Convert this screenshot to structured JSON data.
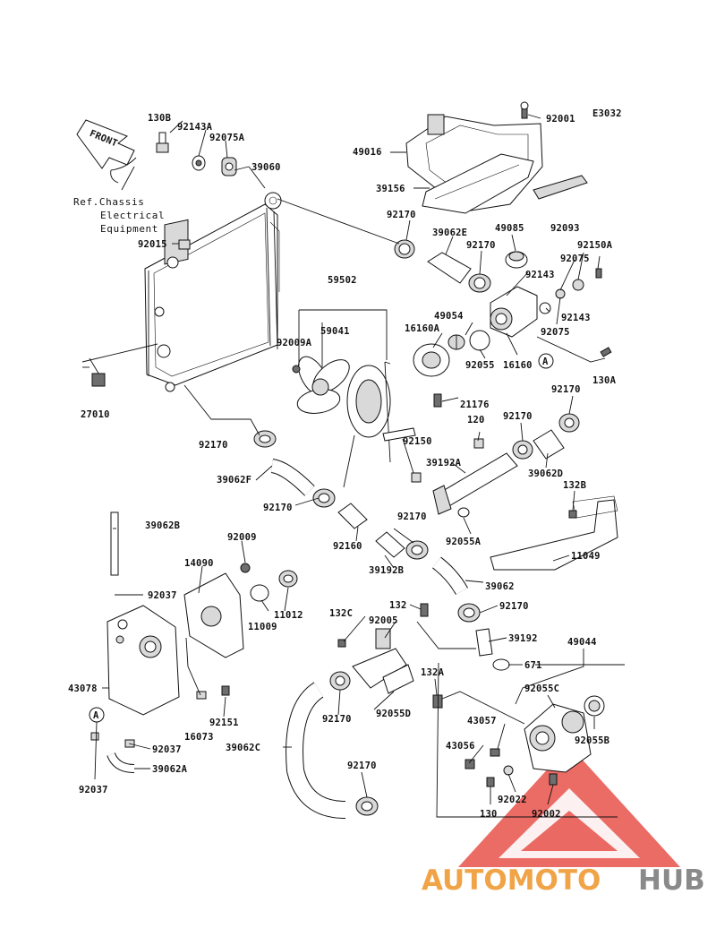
{
  "diagram_code": "E3032",
  "front_label": "FRONT",
  "reference_note": [
    "Ref.Chassis",
    "Electrical",
    "Equipment"
  ],
  "circle_marker": "A",
  "watermark": {
    "part1": "AUTOMOTO",
    "part2": "HUB",
    "color_orange": "#f0a447",
    "color_gray": "#8a8a8a",
    "triangle_color": "#e8514a"
  },
  "part_numbers": {
    "p130B": "130B",
    "p92143A": "92143A",
    "p92075A": "92075A",
    "p39060": "39060",
    "p92015": "92015",
    "p27010": "27010",
    "p92170_a": "92170",
    "p39062F": "39062F",
    "p59502": "59502",
    "p59041": "59041",
    "p92009A": "92009A",
    "p92150": "92150",
    "p92170_b": "92170",
    "p92160": "92160",
    "p92170_c": "92170",
    "p39192B": "39192B",
    "p39062B": "39062B",
    "p92009": "92009",
    "p14090": "14090",
    "p92037_a": "92037",
    "p11012": "11012",
    "p11009": "11009",
    "p43078": "43078",
    "p92151": "92151",
    "p16073": "16073",
    "p92037_b": "92037",
    "p39062A": "39062A",
    "p92037_c": "92037",
    "p49016": "49016",
    "p92001": "92001",
    "p39156": "39156",
    "p92170_d": "92170",
    "p39062E": "39062E",
    "p49085": "49085",
    "p92093": "92093",
    "p92150A": "92150A",
    "p92170_e": "92170",
    "p92075_a": "92075",
    "p92143_a": "92143",
    "p49054": "49054",
    "p16160A": "16160A",
    "p92143_b": "92143",
    "p92075_b": "92075",
    "p92055": "92055",
    "p16160": "16160",
    "p130A": "130A",
    "p21176": "21176",
    "p92170_f": "92170",
    "p120": "120",
    "p92170_g": "92170",
    "p39192A": "39192A",
    "p39062D": "39062D",
    "p132B": "132B",
    "p92055A": "92055A",
    "p39062": "39062",
    "p11049": "11049",
    "p132": "132",
    "p92170_h": "92170",
    "p132C": "132C",
    "p92005": "92005",
    "p39192": "39192",
    "p49044": "49044",
    "p671": "671",
    "p132A": "132A",
    "p92055C": "92055C",
    "p43057": "43057",
    "p92055B": "92055B",
    "p43056": "43056",
    "p92170_i": "92170",
    "p92055D": "92055D",
    "p39062C": "39062C",
    "p92170_j": "92170",
    "p92022": "92022",
    "p130": "130",
    "p92002": "92002"
  }
}
